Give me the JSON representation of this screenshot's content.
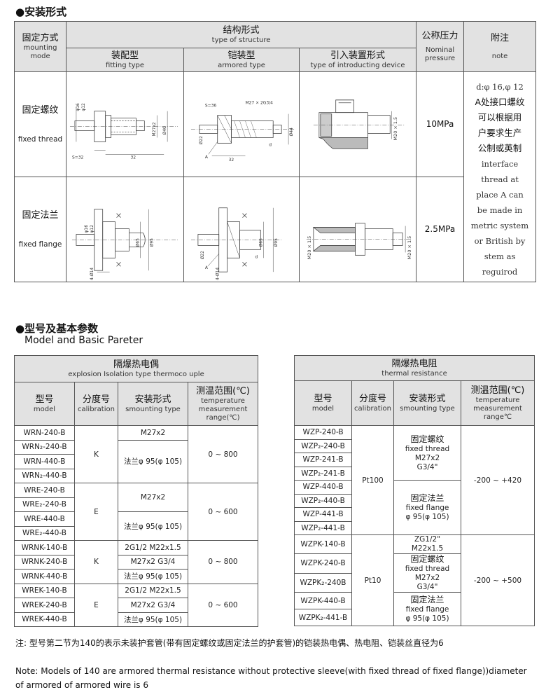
{
  "section1": {
    "title": "●安装形式",
    "headers": {
      "mounting_cn": "固定方式",
      "mounting_en": "mounting mode",
      "structure_cn": "结构形式",
      "structure_en": "type of structure",
      "fitting_cn": "装配型",
      "fitting_en": "fitting type",
      "armored_cn": "铠装型",
      "armored_en": "armored type",
      "intro_cn": "引入装置形式",
      "intro_en": "type of introducting device",
      "pressure_cn": "公称压力",
      "pressure_en": "Nominal pressure",
      "note_cn": "附注",
      "note_en": "note"
    },
    "rows": [
      {
        "cn": "固定螺纹",
        "en": "fixed thread",
        "pressure": "10MPa"
      },
      {
        "cn": "固定法兰",
        "en": "fixed flange",
        "pressure": "2.5MPa"
      }
    ],
    "note_lines": [
      "d:φ 16,φ 12",
      "A处接口螺纹",
      "可以根据用",
      "户要求生产",
      "公制或英制",
      "interface",
      "thread at",
      "place A can",
      "be made in",
      "metric system",
      "or British by",
      "stem as",
      "reguirod"
    ],
    "drawing_labels": {
      "t_d16": "φ16",
      "t_d12": "φ12",
      "t_s32": "S=32",
      "t_32": "32",
      "t_m27": "M27x2",
      "t_d40": "Ø40",
      "a_s36": "S=36",
      "a_m27": "M27 × 2G3/4",
      "a_d22": "Ø22",
      "a_a": "A",
      "a_32": "32",
      "a_d": "d",
      "a_d44": "Ø44",
      "i_m20": "M20 × 1.5",
      "f_d16": "φ16",
      "f_d12": "φ12",
      "f_d65": "Ø65",
      "f_d95": "Ø95",
      "f_4d14": "4-Ø14",
      "fa_d22": "Ø22",
      "fa_a": "A",
      "fa_d": "d",
      "fa_d65": "Ø65",
      "fa_d95": "Ø95",
      "fa_4d14": "4-Ø14",
      "fi_m20a": "M20 × 1.5",
      "fi_m20b": "M20 × 1.5"
    }
  },
  "section2": {
    "title": "●型号及基本参数",
    "subtitle": "Model and Basic Pareter",
    "left": {
      "title_cn": "隔爆热电偶",
      "title_en": "explosion Isolation type thermoco uple",
      "col_model_cn": "型号",
      "col_model_en": "model",
      "col_cal_cn": "分度号",
      "col_cal_en": "calibration",
      "col_mount_cn": "安装形式",
      "col_mount_en": "smounting type",
      "col_range_cn": "测温范围(℃)",
      "col_range_en": "temperature measurement range(℃)",
      "models": [
        "WRN-240-B",
        "WRN₂-240-B",
        "WRN-440-B",
        "WRN₂-440-B",
        "WRE-240-B",
        "WRE₂-240-B",
        "WRE-440-B",
        "WRE₂-440-B",
        "WRNK-140-B",
        "WRNK-240-B",
        "WRNK-440-B",
        "WREK-140-B",
        "WREK-240-B",
        "WREK-440-B"
      ],
      "cal": [
        "K",
        "E",
        "K",
        "E"
      ],
      "mount": [
        "M27x2",
        "法兰φ 95(φ 105)",
        "M27x2",
        "法兰φ 95(φ 105)",
        "2G1/2 M22x1.5",
        "M27x2 G3/4",
        "法兰φ 95(φ 105)",
        "2G1/2 M22x1.5",
        "M27x2 G3/4",
        "法兰φ 95(φ 105)"
      ],
      "ranges": [
        "0 ~ 800",
        "0 ~ 600",
        "0 ~ 800",
        "0 ~ 600"
      ]
    },
    "right": {
      "title_cn": "隔爆热电阻",
      "title_en": "thermal resistance",
      "col_model_cn": "型号",
      "col_model_en": "model",
      "col_cal_cn": "分度号",
      "col_cal_en": "calibration",
      "col_mount_cn": "安装形式",
      "col_mount_en": "smounting type",
      "col_range_cn": "测温范围(℃)",
      "col_range_en": "temperature measurement range℃",
      "models": [
        "WZP-240-B",
        "WZP₂-240-B",
        "WZP-241-B",
        "WZP₂-241-B",
        "WZP-440-B",
        "WZP₂-440-B",
        "WZP-441-B",
        "WZP₂-441-B",
        "WZPK-140-B",
        "WZPK-240-B",
        "WZPK₂-240B",
        "WZPK-440-B",
        "WZPK₂-441-B"
      ],
      "cal": [
        "Pt100",
        "Pt10"
      ],
      "mount_thread": {
        "cn": "固定螺纹",
        "en": "fixed thread",
        "l1": "M27x2",
        "l2": "G3/4\""
      },
      "mount_flange": {
        "cn": "固定法兰",
        "en": "fixed flange",
        "l1": "φ 95(φ 105)"
      },
      "mount_zg": {
        "l1": "ZG1/2\"",
        "l2": "M22x1.5"
      },
      "mount_thread2": {
        "cn": "固定螺纹",
        "en": "fixed thread",
        "l1": "M27x2",
        "l2": "G3/4\""
      },
      "mount_flange2": {
        "cn": "固定法兰",
        "en": "fixed flange",
        "l1": "φ 95(φ 105)"
      },
      "ranges": [
        "-200 ~ +420",
        "-200 ~ +500"
      ]
    }
  },
  "footnote": {
    "cn": "注: 型号第二节为140的表示未装护套管(带有固定螺纹或固定法兰的护套管)的铠装热电偶、热电阻、铠装丝直径为6",
    "en": "Note: Models of 140 are armored thermal resistance without protective sleeve(with fixed thread of fixed flange))diameter of armored of armored wire is 6"
  }
}
